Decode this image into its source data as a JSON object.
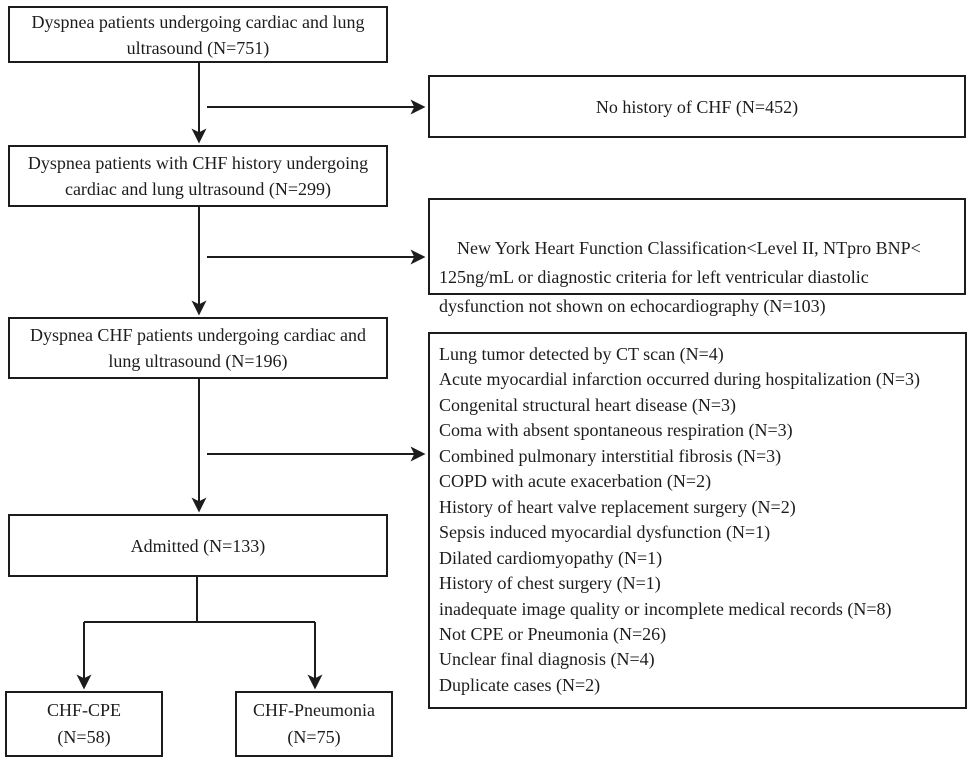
{
  "figure": {
    "type": "patient-flow-diagram",
    "colors": {
      "ink": "#1c1c1c",
      "background": "#ffffff"
    }
  },
  "boxes": {
    "screened": "Dyspnea patients undergoing cardiac and lung\nultrasound (N=751)",
    "no_chf": "No history of CHF (N=452)",
    "chf_history": "Dyspnea patients with CHF history undergoing\ncardiac and lung ultrasound (N=299)",
    "nyha_excluded": "New York Heart Function Classification<Level II, NTpro BNP<\n125ng/mL or diagnostic criteria for left ventricular diastolic\ndysfunction not shown on echocardiography (N=103)",
    "chf_ultrasound": "Dyspnea CHF patients undergoing cardiac and\nlung ultrasound (N=196)",
    "admitted": "Admitted (N=133)",
    "chf_cpe": "CHF-CPE\n(N=58)",
    "chf_pneumonia": "CHF-Pneumonia\n(N=75)",
    "exclusions": [
      "Lung tumor detected by CT scan (N=4)",
      "Acute myocardial infarction occurred during hospitalization (N=3)",
      "Congenital structural heart disease (N=3)",
      "Coma with absent spontaneous respiration (N=3)",
      "Combined pulmonary interstitial fibrosis (N=3)",
      "COPD with acute exacerbation (N=2)",
      "History of heart valve replacement surgery (N=2)",
      "Sepsis induced myocardial dysfunction (N=1)",
      "Dilated cardiomyopathy (N=1)",
      "History of chest surgery (N=1)",
      "inadequate image quality or incomplete medical records (N=8)",
      "Not CPE or Pneumonia (N=26)",
      "Unclear final diagnosis (N=4)",
      "Duplicate cases (N=2)"
    ]
  }
}
